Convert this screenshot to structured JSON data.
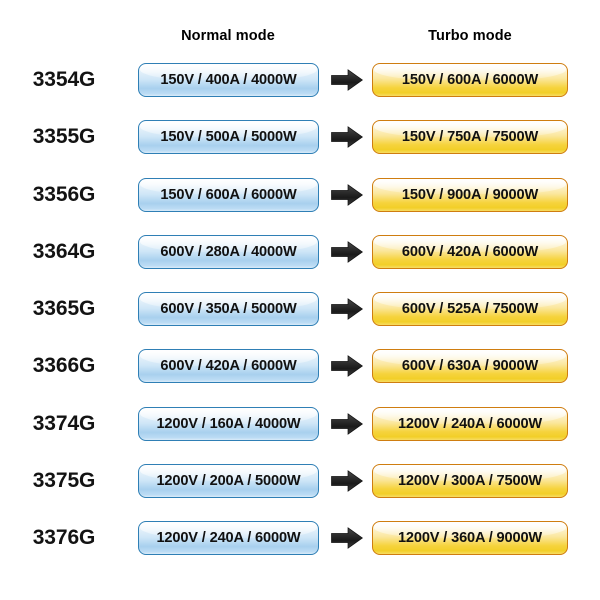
{
  "columns": {
    "model_header": "",
    "normal_header": "Normal mode",
    "turbo_header": "Turbo mode"
  },
  "icons": {
    "arrow": "right-arrow-icon"
  },
  "colors": {
    "normal_border": "#2f7fb5",
    "normal_fill_top": "#f4fafd",
    "normal_fill_bottom": "#a8d0ee",
    "turbo_border": "#cf7d10",
    "turbo_fill_top": "#fffdf4",
    "turbo_fill_bottom": "#f6d33d",
    "arrow": "#262626",
    "text": "#111111",
    "background": "#ffffff"
  },
  "rows": [
    {
      "model": "3354G",
      "normal": "150V / 400A / 4000W",
      "turbo": "150V / 600A / 6000W"
    },
    {
      "model": "3355G",
      "normal": "150V / 500A / 5000W",
      "turbo": "150V / 750A / 7500W"
    },
    {
      "model": "3356G",
      "normal": "150V / 600A / 6000W",
      "turbo": "150V / 900A / 9000W"
    },
    {
      "model": "3364G",
      "normal": "600V / 280A / 4000W",
      "turbo": "600V / 420A / 6000W"
    },
    {
      "model": "3365G",
      "normal": "600V / 350A / 5000W",
      "turbo": "600V / 525A / 7500W"
    },
    {
      "model": "3366G",
      "normal": "600V / 420A / 6000W",
      "turbo": "600V / 630A / 9000W"
    },
    {
      "model": "3374G",
      "normal": "1200V / 160A / 4000W",
      "turbo": "1200V / 240A / 6000W"
    },
    {
      "model": "3375G",
      "normal": "1200V / 200A / 5000W",
      "turbo": "1200V / 300A / 7500W"
    },
    {
      "model": "3376G",
      "normal": "1200V / 240A / 6000W",
      "turbo": "1200V / 360A / 9000W"
    }
  ]
}
